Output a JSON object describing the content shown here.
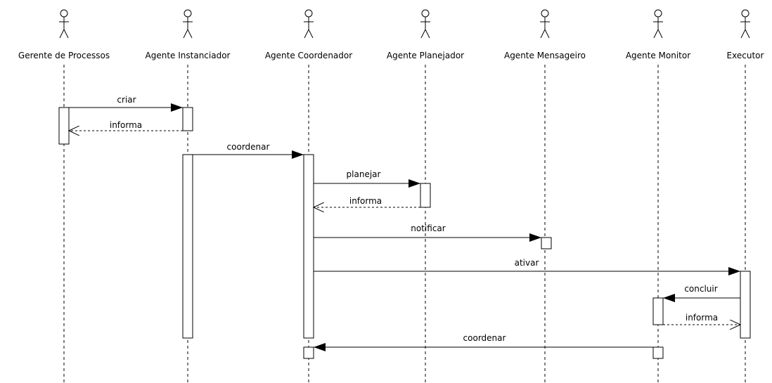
{
  "diagram": {
    "type": "sequence",
    "colors": {
      "stroke": "#000000",
      "fill": "#ffffff"
    },
    "actors": [
      {
        "id": "gerente",
        "label": "Gerente de Processos"
      },
      {
        "id": "instanciador",
        "label": "Agente Instanciador"
      },
      {
        "id": "coordenador",
        "label": "Agente Coordenador"
      },
      {
        "id": "planejador",
        "label": "Agente Planejador"
      },
      {
        "id": "mensageiro",
        "label": "Agente Mensageiro"
      },
      {
        "id": "monitor",
        "label": "Agente Monitor"
      },
      {
        "id": "executor",
        "label": "Executor"
      }
    ],
    "messages": [
      {
        "from": "gerente",
        "to": "instanciador",
        "label": "criar",
        "kind": "call"
      },
      {
        "from": "instanciador",
        "to": "gerente",
        "label": "informa",
        "kind": "return"
      },
      {
        "from": "instanciador",
        "to": "coordenador",
        "label": "coordenar",
        "kind": "call"
      },
      {
        "from": "coordenador",
        "to": "planejador",
        "label": "planejar",
        "kind": "call"
      },
      {
        "from": "planejador",
        "to": "coordenador",
        "label": "informa",
        "kind": "return"
      },
      {
        "from": "coordenador",
        "to": "mensageiro",
        "label": "notificar",
        "kind": "call"
      },
      {
        "from": "coordenador",
        "to": "executor",
        "label": "ativar",
        "kind": "call"
      },
      {
        "from": "executor",
        "to": "monitor",
        "label": "concluir",
        "kind": "call"
      },
      {
        "from": "monitor",
        "to": "executor",
        "label": "informa",
        "kind": "return"
      },
      {
        "from": "monitor",
        "to": "coordenador",
        "label": "coordenar",
        "kind": "call"
      }
    ]
  }
}
